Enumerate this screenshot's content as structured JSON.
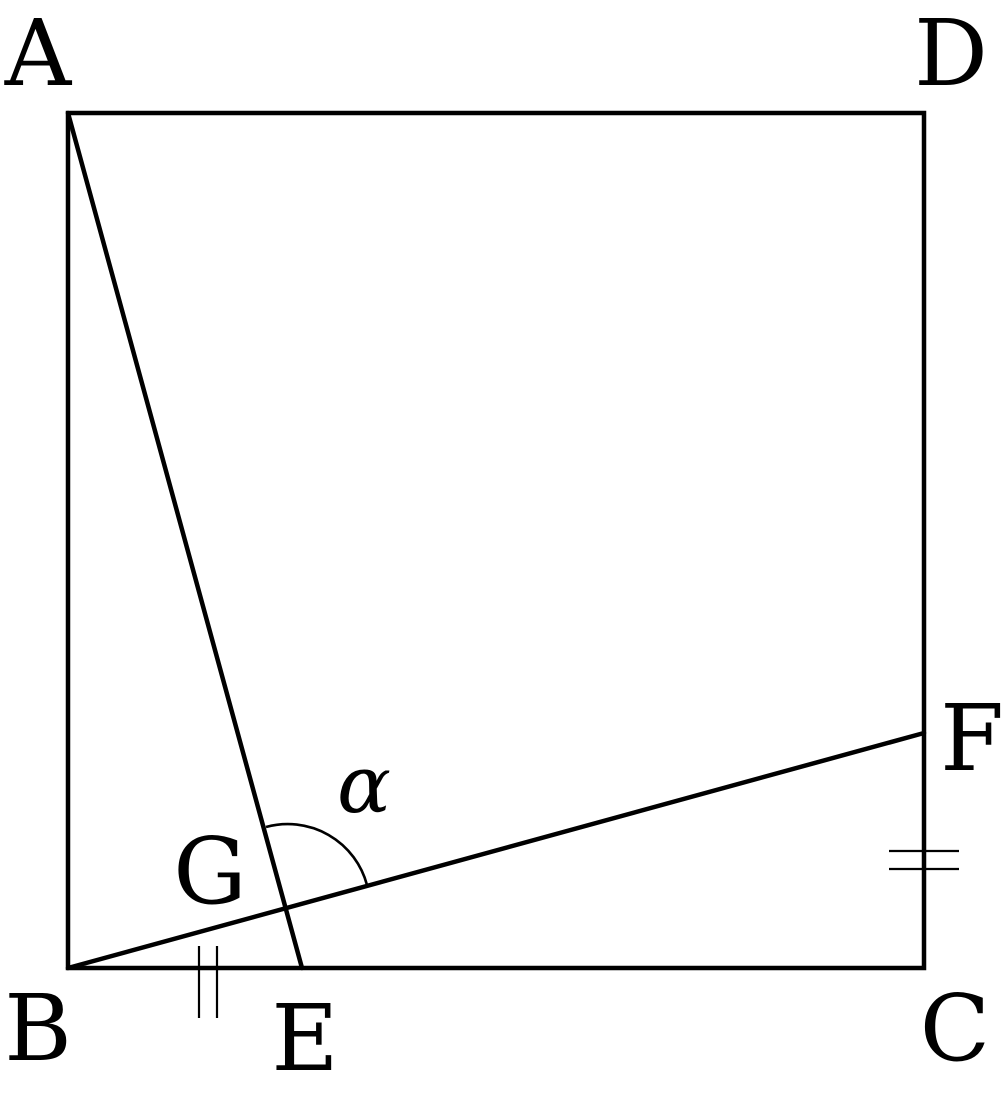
{
  "figure": {
    "points": {
      "A": "A",
      "B": "B",
      "C": "C",
      "D": "D",
      "E": "E",
      "F": "F",
      "G": "G"
    },
    "angle_label": "α"
  }
}
